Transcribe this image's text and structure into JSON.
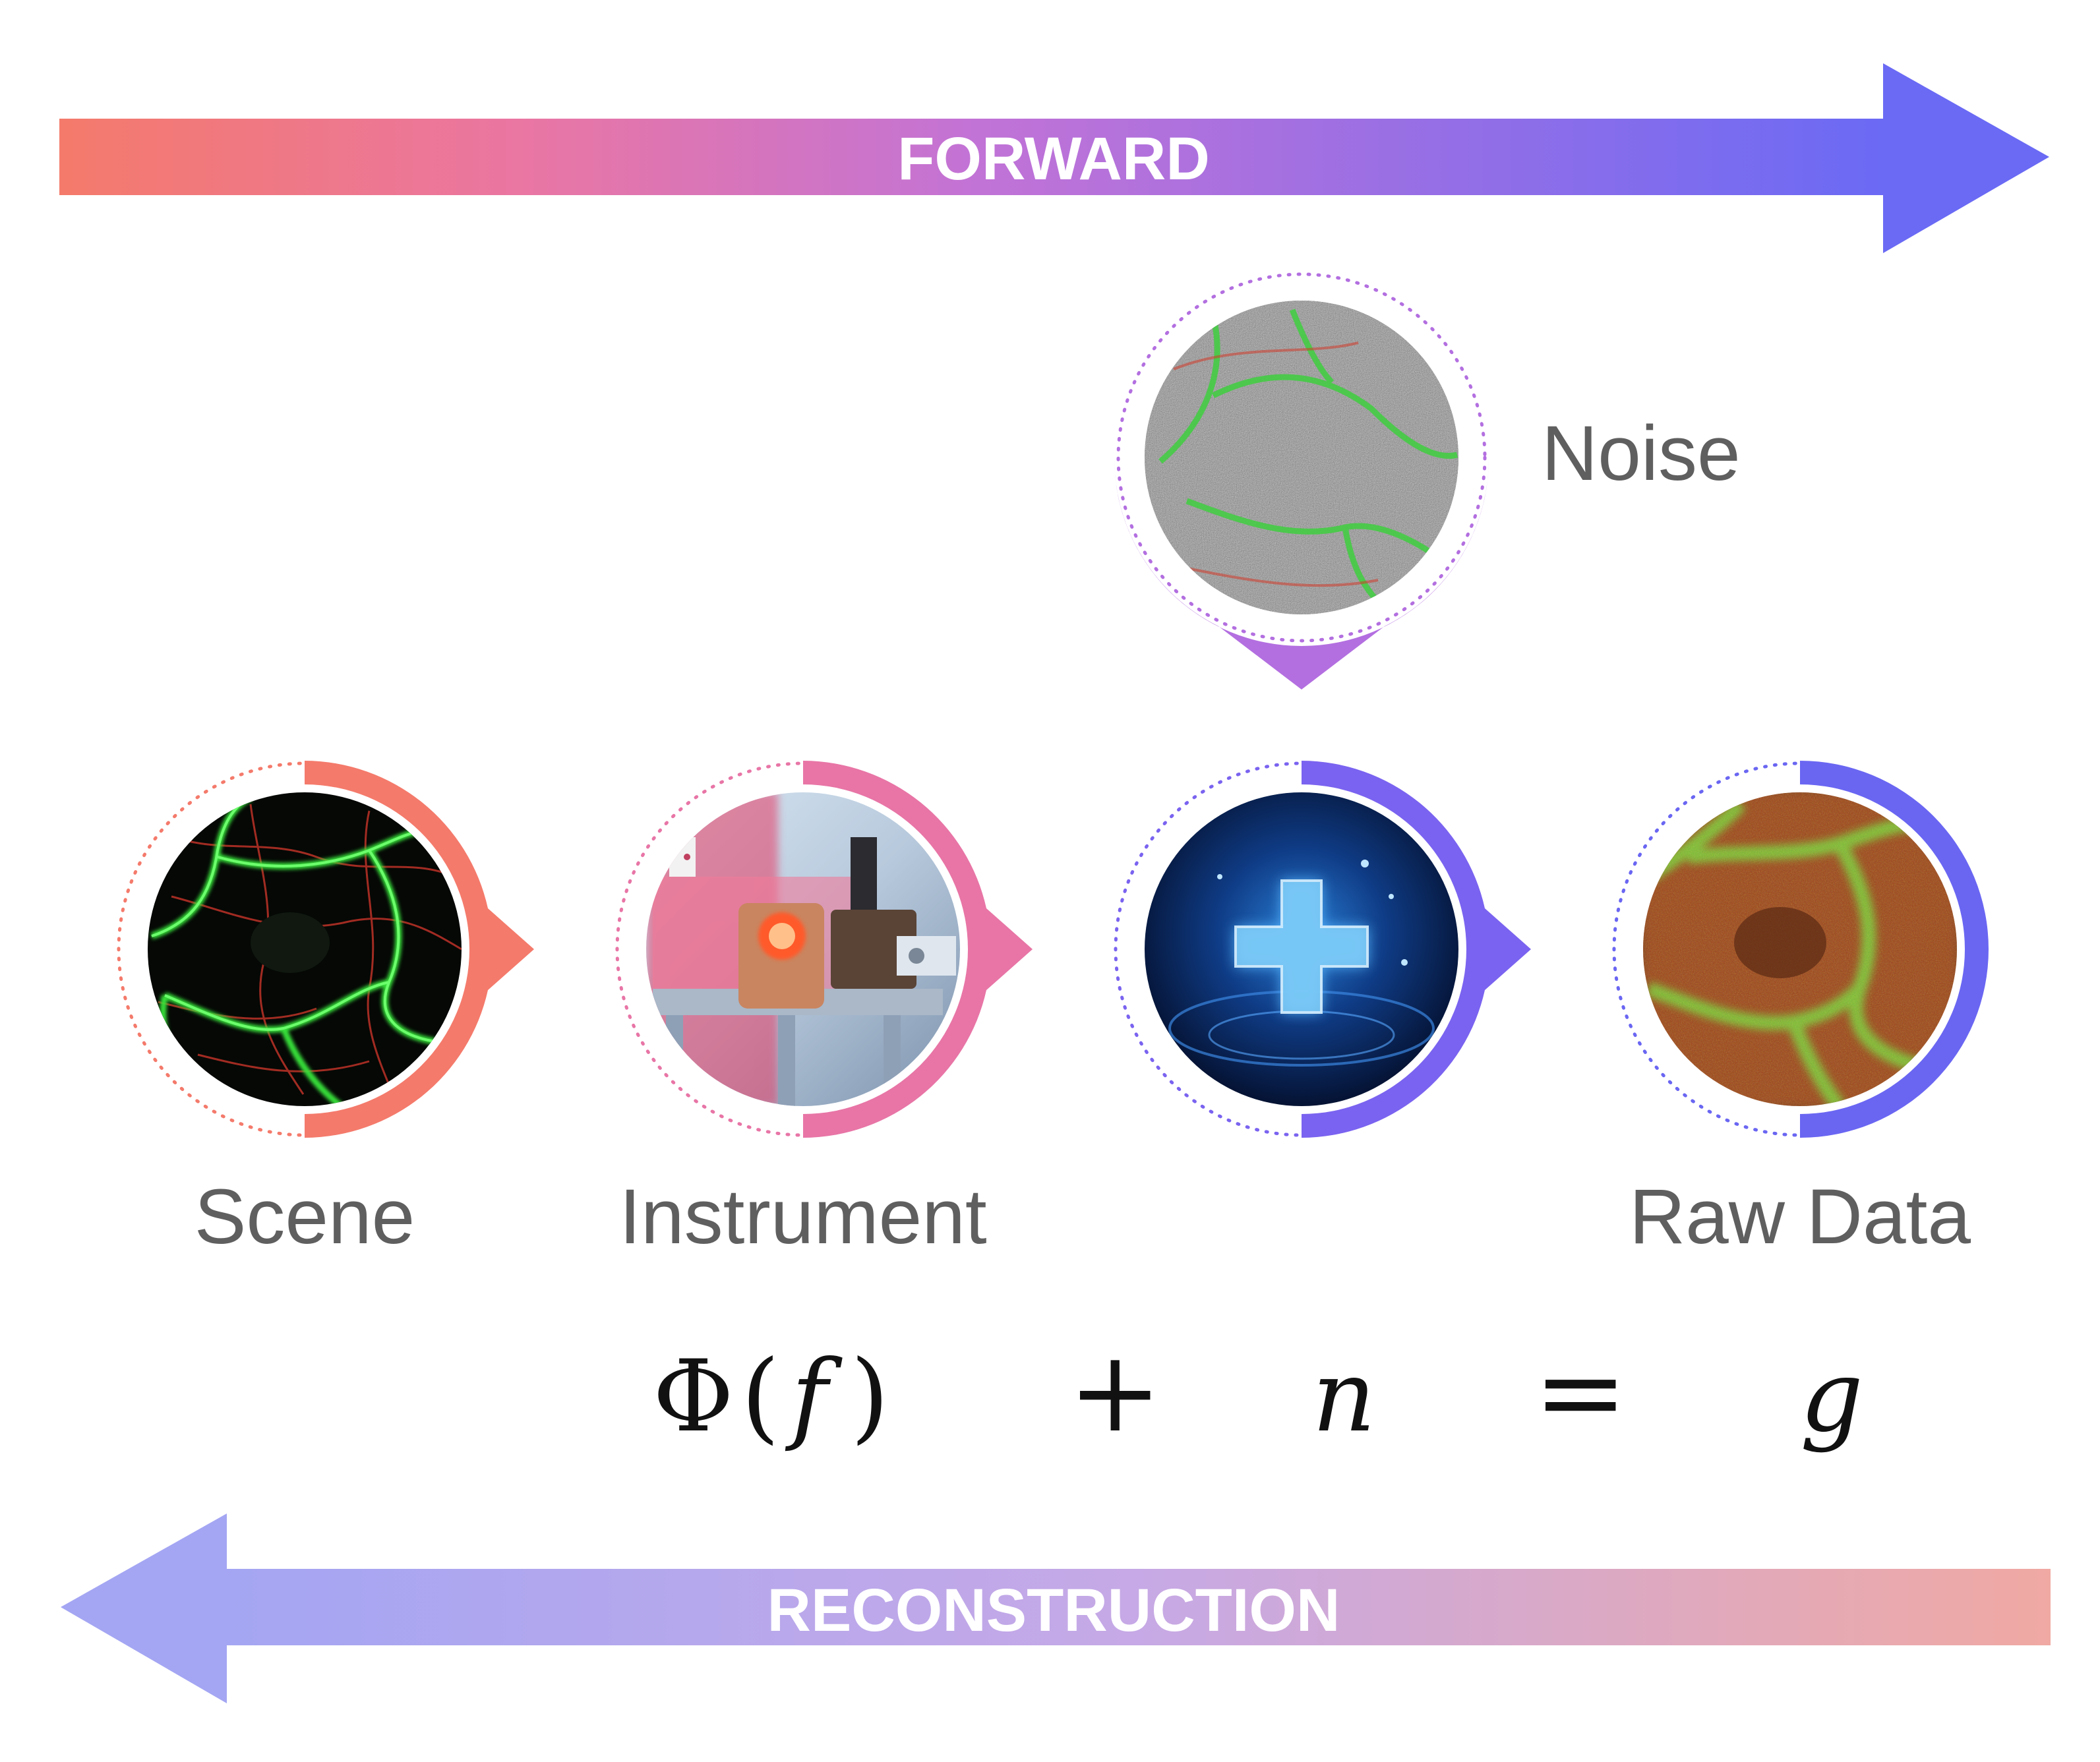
{
  "arrows": {
    "forward": {
      "label": "FORWARD",
      "color_start": "#f47a6b",
      "color_mid": "#c273d6",
      "color_end": "#6a6af5"
    },
    "reconstruction": {
      "label": "RECONSTRUCTION",
      "color_start": "#a4a6f3",
      "color_mid": "#c6a9e6",
      "color_end": "#f0a9a3"
    }
  },
  "nodes": {
    "scene": {
      "label": "Scene",
      "ring_color": "#f47a6b",
      "content": "fluorescence cell image (green/red filaments)"
    },
    "instrument": {
      "label": "Instrument",
      "ring_color": "#e875a6",
      "content": "optical instrument photo"
    },
    "sum": {
      "label": "",
      "ring_color": "#7a63f0",
      "content": "glowing plus icon"
    },
    "raw_data": {
      "label": "Raw Data",
      "ring_color": "#6a66f2",
      "content": "noisy blurred cell image"
    },
    "noise": {
      "label": "Noise",
      "ring_color": "#b36fe0",
      "content": "grainy noise cell image"
    }
  },
  "equation": {
    "phi": "Φ",
    "lparen": "(",
    "f": "f",
    "rparen": ")",
    "plus": "+",
    "n": "n",
    "equals": "=",
    "g": "g"
  },
  "colors": {
    "label_gray": "#5f5f5f",
    "math_black": "#111111"
  }
}
